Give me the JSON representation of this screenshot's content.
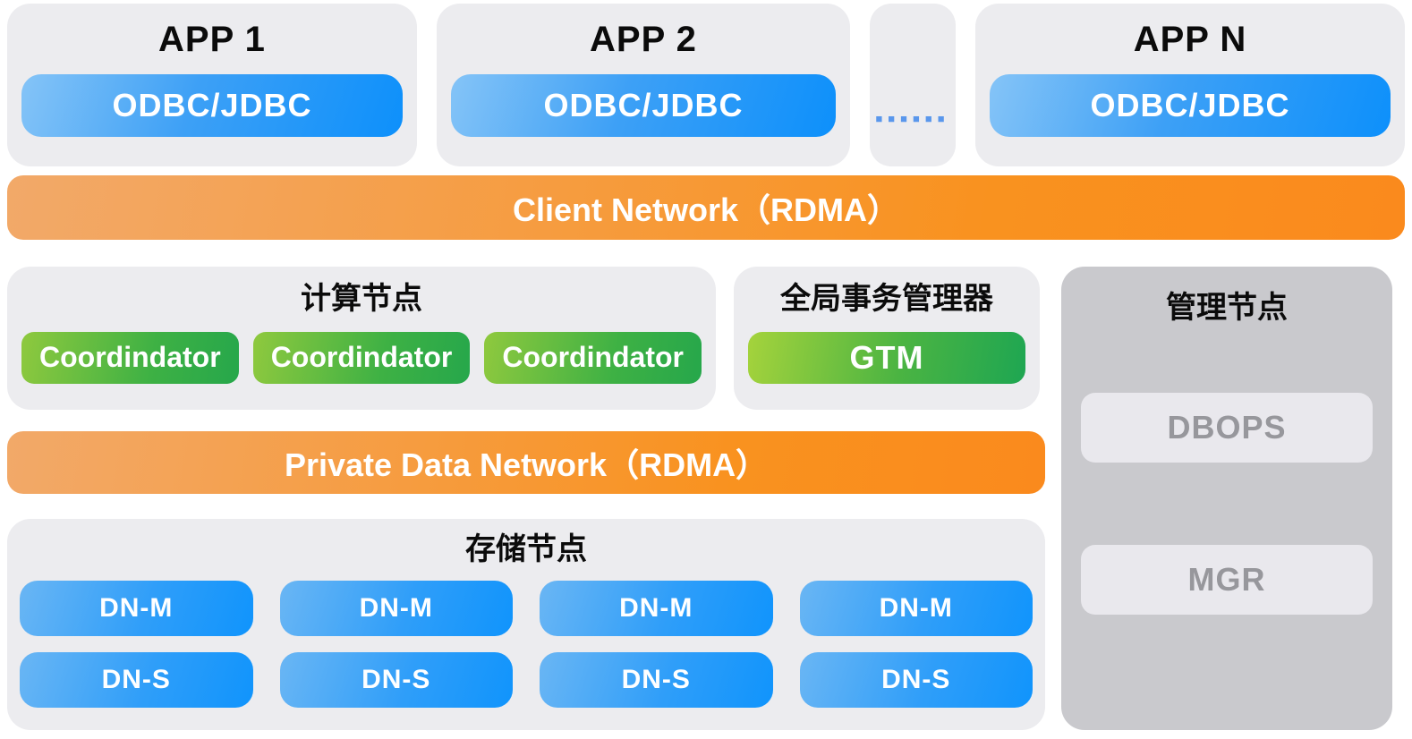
{
  "colors": {
    "panel_gray": "#ececef",
    "management_gray": "#c9c9cd",
    "management_button_bg": "#e9e8ed",
    "management_button_text": "#97979c",
    "blue_gradient_start": "#85c4f7",
    "blue_gradient_end": "#0d90fb",
    "orange_gradient_start": "#f2a969",
    "orange_gradient_end": "#fa8a1d",
    "green_gradient_start": "#8fc93e",
    "green_gradient_end": "#26a74b",
    "dots_blue": "#5a97ec"
  },
  "apps": {
    "items": [
      {
        "title": "APP 1",
        "button": "ODBC/JDBC"
      },
      {
        "title": "APP 2",
        "button": "ODBC/JDBC"
      },
      {
        "title": "APP N",
        "button": "ODBC/JDBC"
      }
    ],
    "dots": "■■■■■■"
  },
  "client_network": {
    "label": "Client Network（RDMA）"
  },
  "compute": {
    "title": "计算节点",
    "nodes": [
      "Coordindator",
      "Coordindator",
      "Coordindator"
    ]
  },
  "gtm": {
    "title": "全局事务管理器",
    "button": "GTM"
  },
  "management": {
    "title": "管理节点",
    "dbops": "DBOPS",
    "mgr": "MGR"
  },
  "private_network": {
    "label": "Private Data Network（RDMA）"
  },
  "storage": {
    "title": "存储节点",
    "columns": [
      {
        "master": "DN-M",
        "standby": "DN-S"
      },
      {
        "master": "DN-M",
        "standby": "DN-S"
      },
      {
        "master": "DN-M",
        "standby": "DN-S"
      },
      {
        "master": "DN-M",
        "standby": "DN-S"
      }
    ]
  }
}
